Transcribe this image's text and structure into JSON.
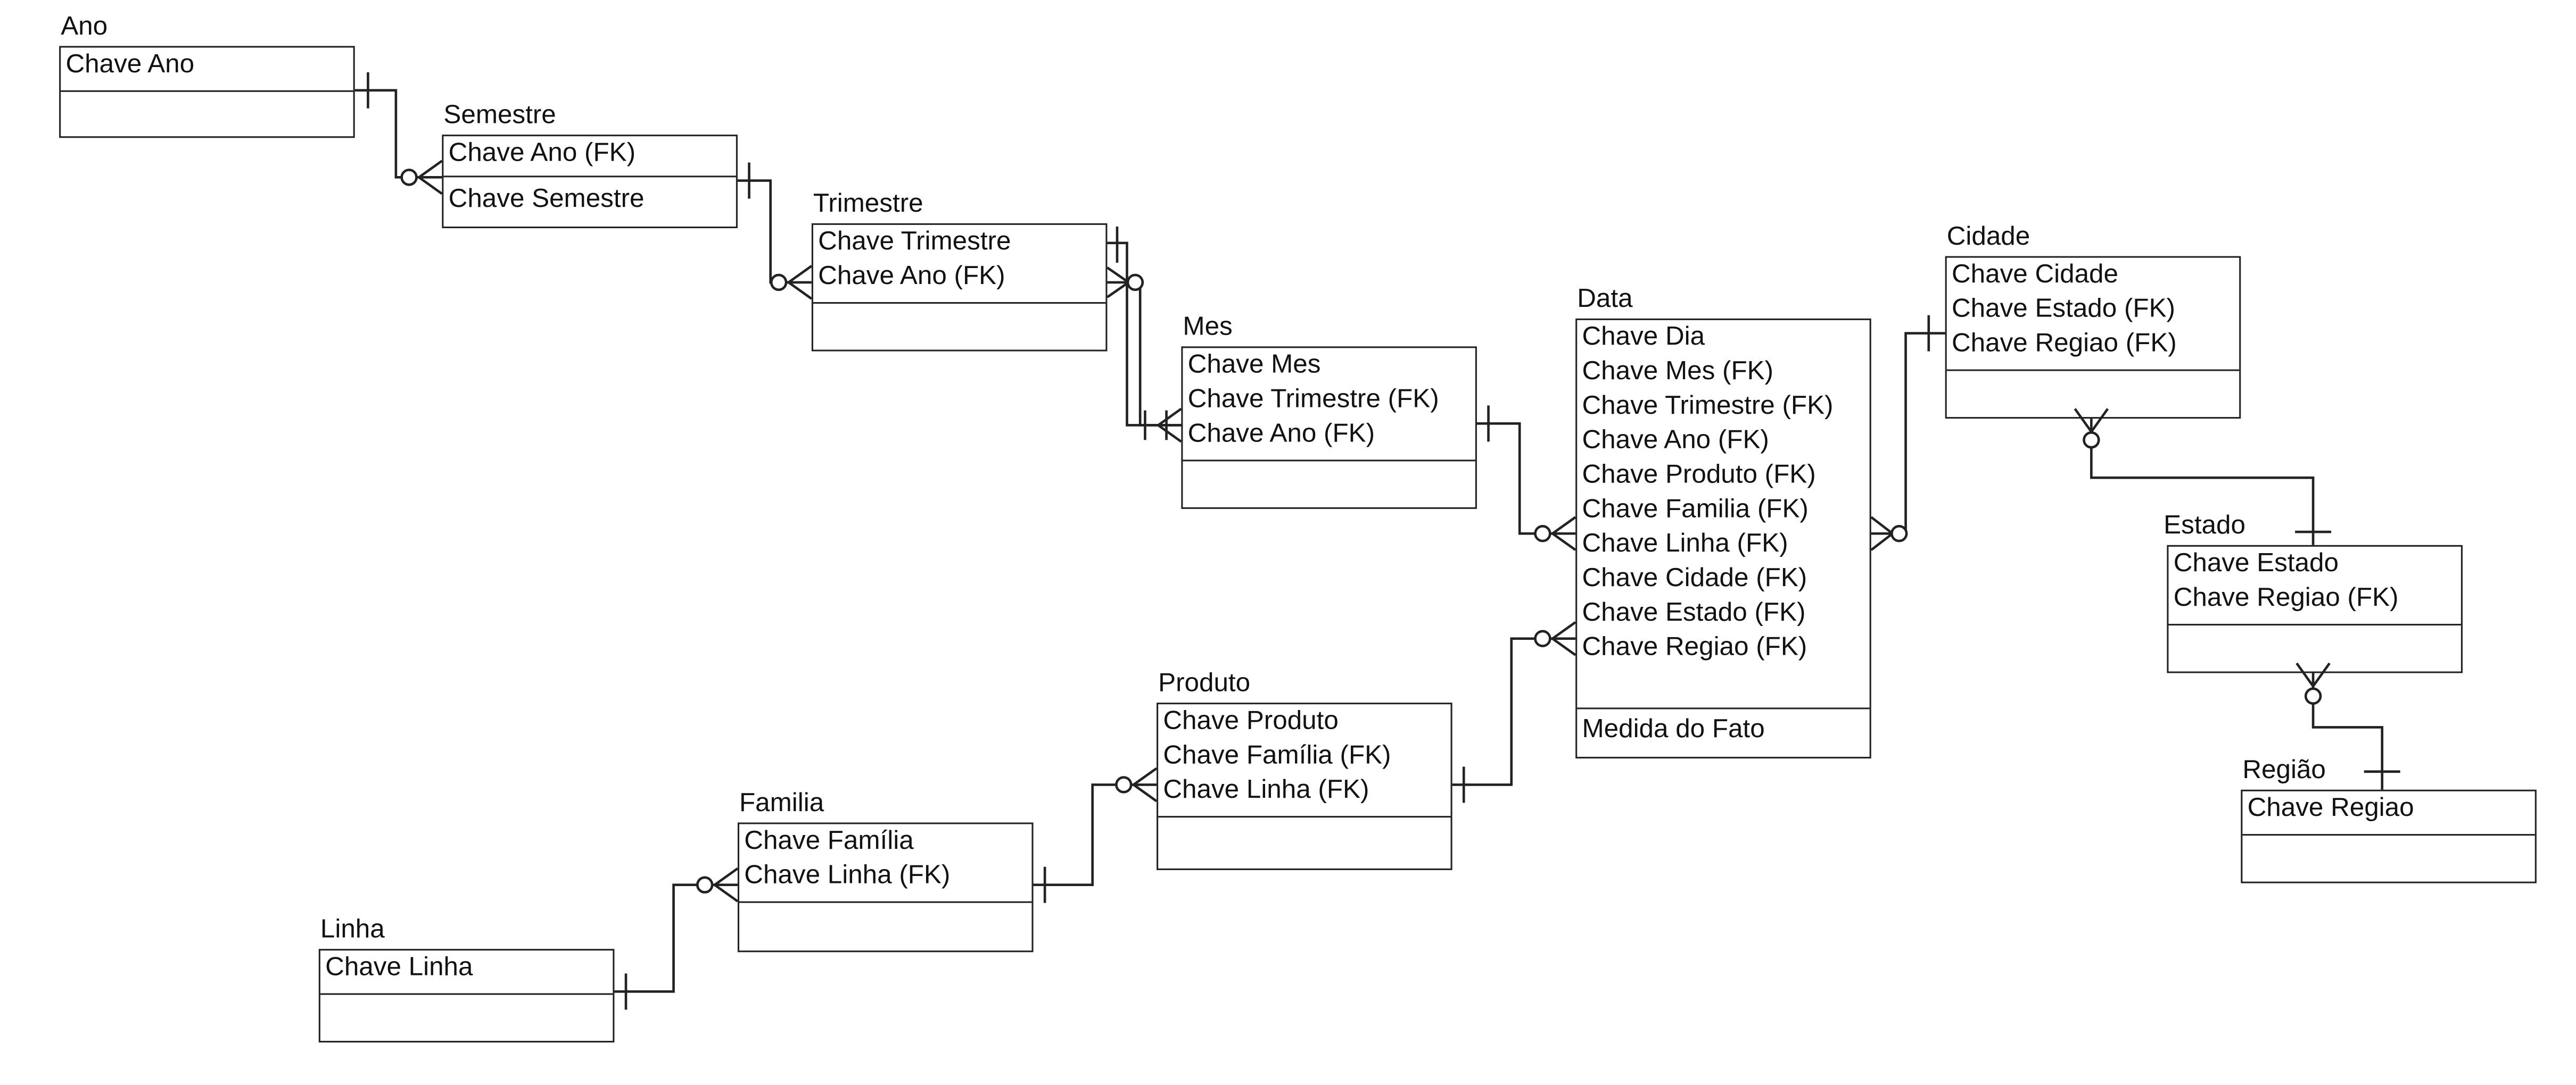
{
  "entities": {
    "ano": {
      "title": "Ano",
      "keys": [
        "Chave Ano"
      ]
    },
    "semestre": {
      "title": "Semestre",
      "keys": [
        "Chave Ano (FK)",
        "Chave Semestre"
      ]
    },
    "trimestre": {
      "title": "Trimestre",
      "keys": [
        "Chave Trimestre",
        "Chave Ano (FK)"
      ]
    },
    "mes": {
      "title": "Mes",
      "keys": [
        "Chave Mes",
        "Chave Trimestre (FK)",
        "Chave Ano (FK)"
      ]
    },
    "data": {
      "title": "Data",
      "keys": [
        "Chave Dia",
        "Chave Mes (FK)",
        "Chave Trimestre (FK)",
        "Chave Ano (FK)",
        "Chave Produto (FK)",
        "Chave Familia (FK)",
        "Chave Linha (FK)",
        "Chave Cidade (FK)",
        "Chave Estado (FK)",
        "Chave Regiao (FK)"
      ],
      "measures": [
        "Medida do Fato"
      ]
    },
    "cidade": {
      "title": "Cidade",
      "keys": [
        "Chave Cidade",
        "Chave Estado (FK)",
        "Chave Regiao (FK)"
      ]
    },
    "estado": {
      "title": "Estado",
      "keys": [
        "Chave Estado",
        "Chave Regiao (FK)"
      ]
    },
    "regiao": {
      "title": "Região",
      "keys": [
        "Chave Regiao"
      ]
    },
    "produto": {
      "title": "Produto",
      "keys": [
        "Chave Produto",
        "Chave Família (FK)",
        "Chave Linha (FK)"
      ]
    },
    "familia": {
      "title": "Familia",
      "keys": [
        "Chave Família",
        "Chave Linha (FK)"
      ]
    },
    "linha": {
      "title": "Linha",
      "keys": [
        "Chave Linha"
      ]
    }
  },
  "relationships": [
    {
      "parent": "Ano",
      "child": "Semestre",
      "parent_end": "one",
      "child_end": "zero-or-many"
    },
    {
      "parent": "Semestre",
      "child": "Trimestre",
      "parent_end": "one",
      "child_end": "zero-or-many"
    },
    {
      "parent": "Trimestre",
      "child": "Mes",
      "parent_end": "one",
      "child_end": "one-or-many"
    },
    {
      "parent": "Trimestre",
      "child": "Mes",
      "parent_end": "zero-or-many",
      "child_end": "one"
    },
    {
      "parent": "Mes",
      "child": "Data",
      "parent_end": "one",
      "child_end": "zero-or-many"
    },
    {
      "parent": "Cidade",
      "child": "Data",
      "parent_end": "one",
      "child_end": "zero-or-many"
    },
    {
      "parent": "Produto",
      "child": "Data",
      "parent_end": "one",
      "child_end": "zero-or-many"
    },
    {
      "parent": "Familia",
      "child": "Produto",
      "parent_end": "one",
      "child_end": "zero-or-many"
    },
    {
      "parent": "Linha",
      "child": "Familia",
      "parent_end": "one",
      "child_end": "zero-or-many"
    },
    {
      "parent": "Estado",
      "child": "Cidade",
      "parent_end": "one",
      "child_end": "zero-or-many"
    },
    {
      "parent": "Regiao",
      "child": "Estado",
      "parent_end": "one",
      "child_end": "zero-or-many"
    }
  ],
  "colors": {
    "line": "#222222",
    "background": "#ffffff"
  }
}
